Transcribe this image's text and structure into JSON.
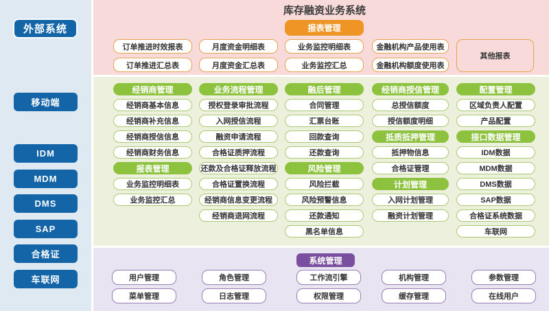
{
  "title": "库存融资业务系统",
  "colors": {
    "sidebar_bg": "#dfe9f2",
    "sidebar_button": "#1465a8",
    "reports_bg": "#f8dada",
    "main_bg": "#eef0de",
    "system_bg": "#e9e4f2",
    "orange_header": "#ef9526",
    "green_header": "#8cc23e",
    "purple_header": "#7b4fa0"
  },
  "sidebar": {
    "title": "外部系统",
    "items": [
      {
        "label": "移动端"
      },
      {
        "label": "IDM"
      },
      {
        "label": "MDM"
      },
      {
        "label": "DMS"
      },
      {
        "label": "SAP"
      },
      {
        "label": "合格证"
      },
      {
        "label": "车联网"
      }
    ]
  },
  "reports": {
    "header": "报表管理",
    "row1": [
      "订单推进时效报表",
      "月度资金明细表",
      "业务监控明细表",
      "金融机构产品使用表"
    ],
    "row2": [
      "订单推进汇总表",
      "月度资金汇总表",
      "业务监控汇总",
      "金融机构额度使用表"
    ],
    "other": "其他报表"
  },
  "main": {
    "columns": [
      {
        "cells": [
          {
            "type": "header",
            "label": "经销商管理"
          },
          {
            "type": "item",
            "label": "经销商基本信息"
          },
          {
            "type": "item",
            "label": "经销商补充信息"
          },
          {
            "type": "item",
            "label": "经销商授信信息"
          },
          {
            "type": "item",
            "label": "经销商财务信息"
          },
          {
            "type": "header",
            "label": "报表管理"
          },
          {
            "type": "item",
            "label": "业务监控明细表"
          },
          {
            "type": "item",
            "label": "业务监控汇总"
          }
        ]
      },
      {
        "cells": [
          {
            "type": "header",
            "label": "业务流程管理"
          },
          {
            "type": "item",
            "label": "授权登录审批流程"
          },
          {
            "type": "item",
            "label": "入网授信流程"
          },
          {
            "type": "item",
            "label": "融资申请流程"
          },
          {
            "type": "item",
            "label": "合格证质押流程"
          },
          {
            "type": "item",
            "label": "还款及合格证释放流程"
          },
          {
            "type": "item",
            "label": "合格证置换流程"
          },
          {
            "type": "item",
            "label": "经销商信息变更流程"
          },
          {
            "type": "item",
            "label": "经销商退网流程"
          }
        ]
      },
      {
        "cells": [
          {
            "type": "header",
            "label": "融后管理"
          },
          {
            "type": "item",
            "label": "合同管理"
          },
          {
            "type": "item",
            "label": "汇票台账"
          },
          {
            "type": "item",
            "label": "回款查询"
          },
          {
            "type": "item",
            "label": "还款查询"
          },
          {
            "type": "header",
            "label": "风险管理"
          },
          {
            "type": "item",
            "label": "风险拦截"
          },
          {
            "type": "item",
            "label": "风险预警信息"
          },
          {
            "type": "item",
            "label": "还款通知"
          },
          {
            "type": "item",
            "label": "黑名单信息"
          }
        ]
      },
      {
        "cells": [
          {
            "type": "header",
            "label": "经销商授信管理"
          },
          {
            "type": "item",
            "label": "总授信额度"
          },
          {
            "type": "item",
            "label": "授信额度明细"
          },
          {
            "type": "header",
            "label": "抵质抵押管理"
          },
          {
            "type": "item",
            "label": "抵押物信息"
          },
          {
            "type": "item",
            "label": "合格证管理"
          },
          {
            "type": "header",
            "label": "计划管理"
          },
          {
            "type": "item",
            "label": "入网计划管理"
          },
          {
            "type": "item",
            "label": "融资计划管理"
          }
        ]
      },
      {
        "cells": [
          {
            "type": "header",
            "label": "配置管理"
          },
          {
            "type": "item",
            "label": "区域负责人配置"
          },
          {
            "type": "item",
            "label": "产品配置"
          },
          {
            "type": "header",
            "label": "接口数据管理"
          },
          {
            "type": "item",
            "label": "IDM数据"
          },
          {
            "type": "item",
            "label": "MDM数据"
          },
          {
            "type": "item",
            "label": "DMS数据"
          },
          {
            "type": "item",
            "label": "SAP数据"
          },
          {
            "type": "item",
            "label": "合格证系统数据"
          },
          {
            "type": "item",
            "label": "车联网"
          }
        ]
      }
    ]
  },
  "system": {
    "header": "系统管理",
    "row1": [
      "用户管理",
      "角色管理",
      "工作流引擎",
      "机构管理",
      "参数管理"
    ],
    "row2": [
      "菜单管理",
      "日志管理",
      "权限管理",
      "缓存管理",
      "在线用户"
    ]
  }
}
